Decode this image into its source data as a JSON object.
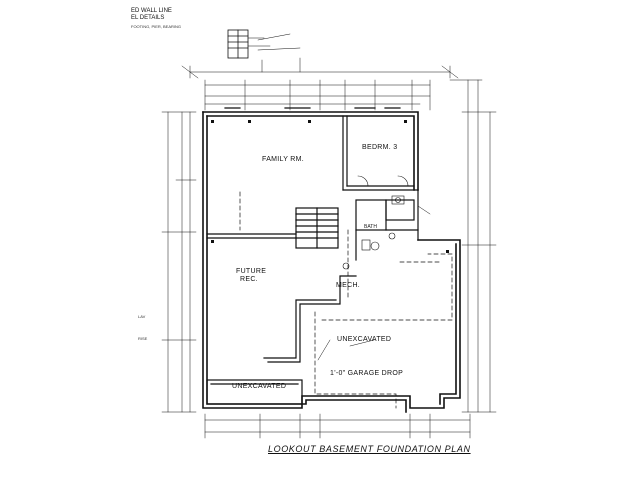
{
  "header_notes": {
    "line1": "ED WALL LINE",
    "line2": "EL DETAILS",
    "line3": "FOOTING, PIER, BEARING"
  },
  "rooms": {
    "family_rm": "FAMILY RM.",
    "bedrm_3": "BEDRM. 3",
    "future_rec": "FUTURE",
    "future_rec2": "REC.",
    "mech": "MECH.",
    "bath": "BATH",
    "unexcavated_main": "UNEXCAVATED",
    "unexcavated_small": "UNEXCAVATED",
    "garage_drop": "1'-0\" GARAGE DROP"
  },
  "title": {
    "main": "LOOKOUT BASEMENT FOUNDATION PLAN"
  },
  "side_marks": {
    "left1": "LAV",
    "left2": "RISE"
  }
}
